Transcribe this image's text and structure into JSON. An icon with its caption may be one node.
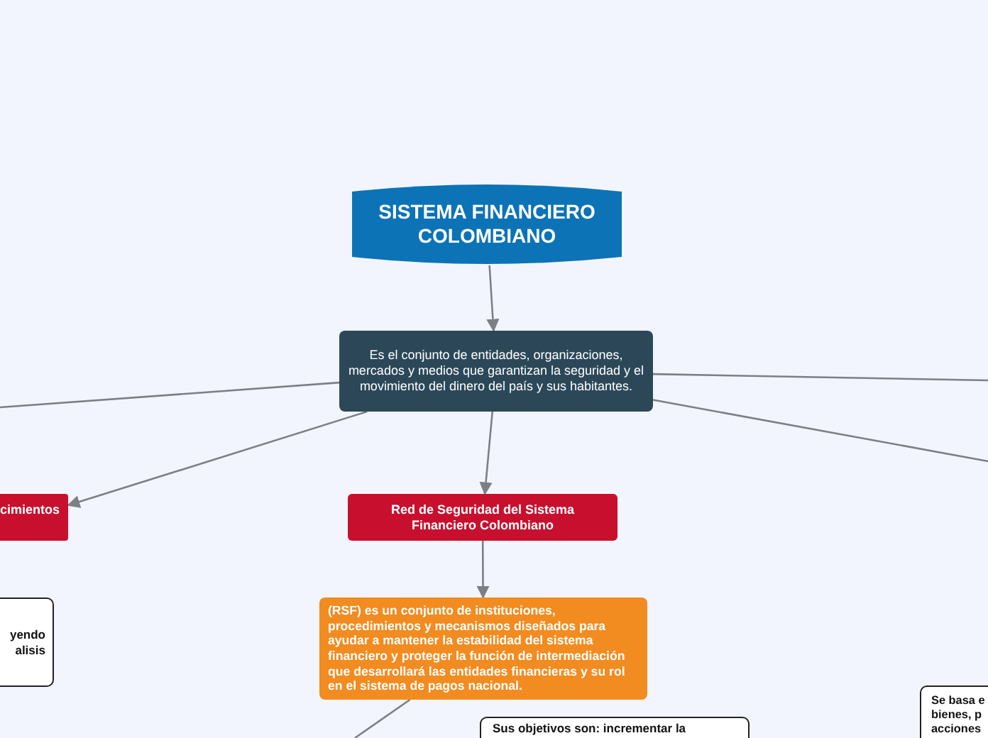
{
  "diagram": {
    "nodes": [
      {
        "text": [
          "SISTEMA FINANCIERO COLOMBIANO"
        ]
      },
      {
        "text": [
          "Es el conjunto de entidades, organizaciones, mercados y medios que garantizan la seguridad y el movimiento del dinero del país y sus habitantes."
        ]
      },
      {
        "text": [
          "cimientos"
        ]
      },
      {
        "text": [
          "Red de Seguridad del Sistema Financiero Colombiano"
        ]
      },
      {
        "text": [
          "yendo alisis"
        ]
      },
      {
        "text": [
          "(RSF) es un conjunto de instituciones, procedimientos y mecanismos diseñados para ayudar a mantener la estabilidad del sistema financiero y proteger la función de intermediación que desarrollará las entidades financieras y su rol en el sistema de pagos nacional."
        ]
      },
      {
        "text": [
          "Se basa e bienes, p acciones"
        ]
      },
      {
        "text": [
          "Sus objetivos son: incrementar la"
        ]
      }
    ],
    "edges": [
      {
        "from": 0,
        "to": 1,
        "arrow": "to"
      },
      {
        "from": 1,
        "to": null,
        "arrow": "none"
      },
      {
        "from": 1,
        "to": 2,
        "arrow": "to"
      },
      {
        "from": 1,
        "to": 3,
        "arrow": "to"
      },
      {
        "from": 1,
        "to": null,
        "arrow": "none"
      },
      {
        "from": 1,
        "to": null,
        "arrow": "none"
      },
      {
        "from": 3,
        "to": 5,
        "arrow": "to"
      },
      {
        "from": 5,
        "to": null,
        "arrow": "none"
      }
    ]
  }
}
